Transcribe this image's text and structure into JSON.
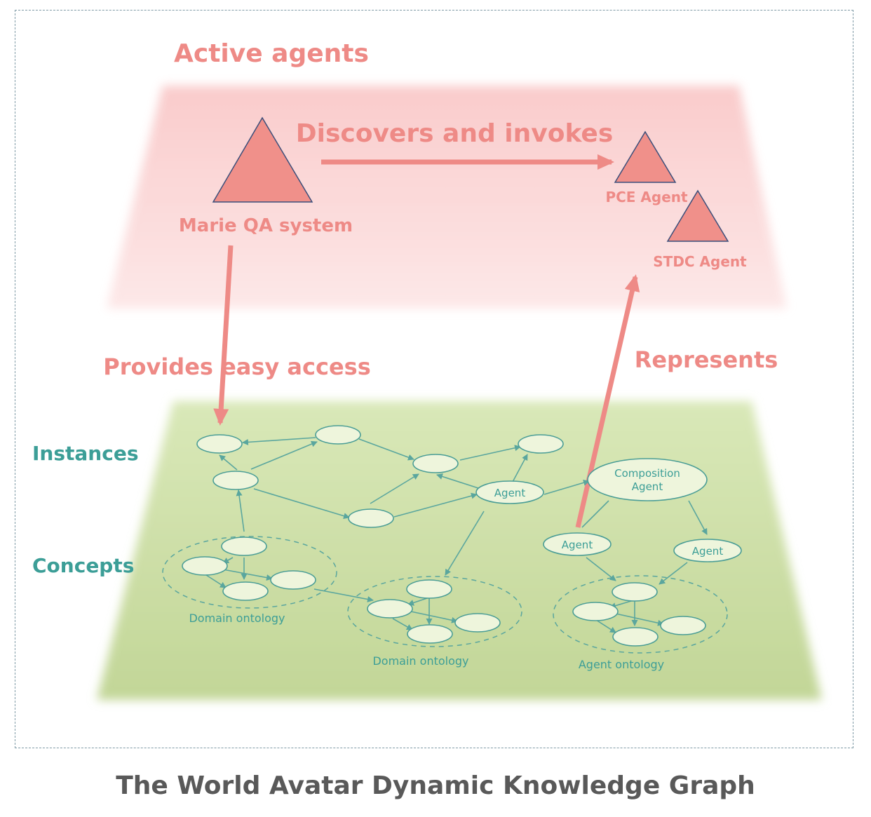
{
  "caption": "The World Avatar Dynamic Knowledge Graph",
  "top_layer": {
    "title": "Active agents",
    "marie": "Marie QA system",
    "pce": "PCE Agent",
    "stdc": "STDC Agent",
    "discovers": "Discovers and invokes"
  },
  "labels": {
    "provides": "Provides easy access",
    "represents": "Represents",
    "instances": "Instances",
    "concepts": "Concepts"
  },
  "graph": {
    "agent_center": "Agent",
    "composition_line1": "Composition",
    "composition_line2": "Agent",
    "agent_left": "Agent",
    "agent_right": "Agent",
    "domain_ontology_1": "Domain ontology",
    "domain_ontology_2": "Domain ontology",
    "agent_ontology": "Agent ontology"
  },
  "colors": {
    "top_layer": "#fbdcdc",
    "bottom_layer": "#c9dca0",
    "accent": "#ee8a86",
    "teal": "#3c9e97",
    "triangle": "#f0908a"
  }
}
